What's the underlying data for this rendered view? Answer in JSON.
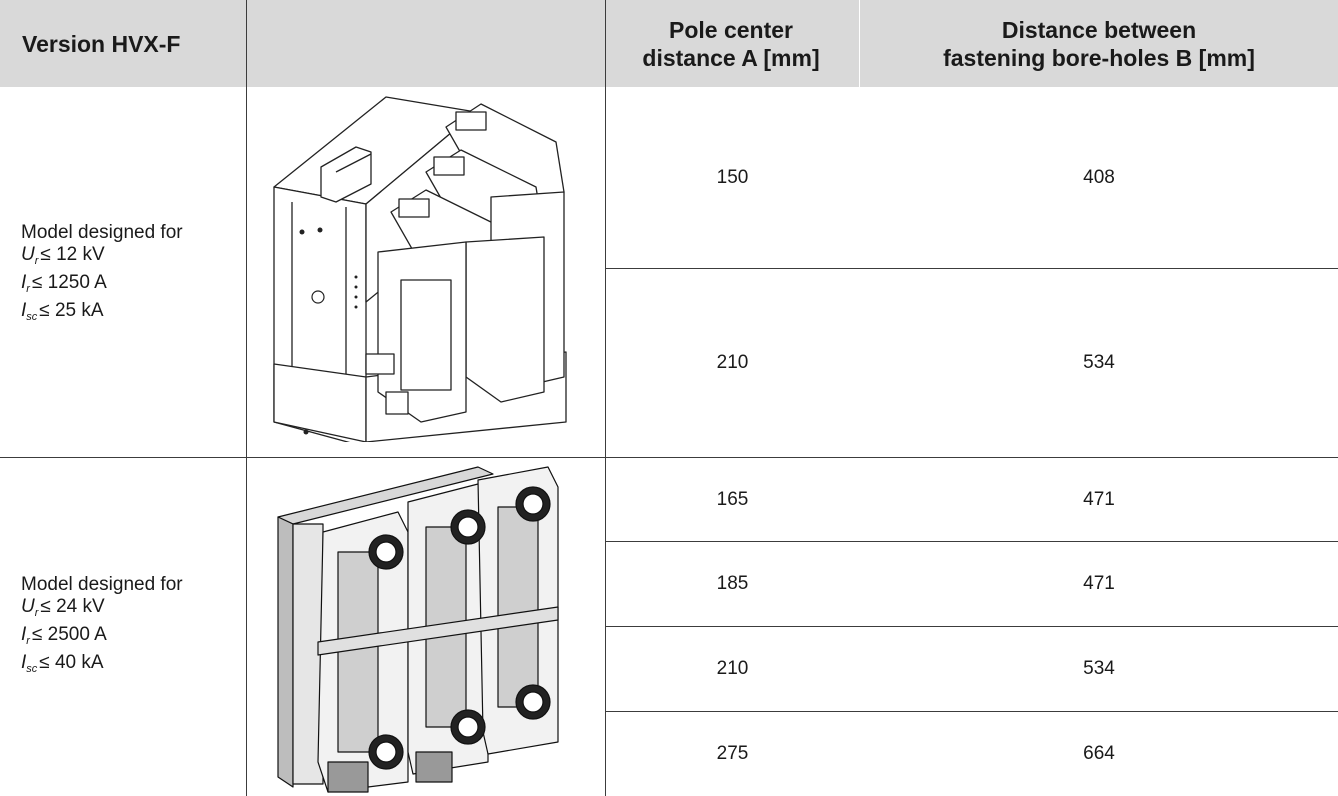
{
  "header": {
    "version": "Version HVX-F",
    "image_col": "",
    "pole_line1": "Pole center",
    "pole_line2": "distance A [mm]",
    "dist_line1": "Distance between",
    "dist_line2": "fastening bore-holes B [mm]"
  },
  "groups": [
    {
      "label": "Model designed for",
      "ur": "≤ 12 kV",
      "ir": "≤ 1250 A",
      "isc": "≤ 25 kA",
      "rows": [
        {
          "a": "150",
          "b": "408"
        },
        {
          "a": "210",
          "b": "534"
        }
      ]
    },
    {
      "label": "Model designed for",
      "ur": "≤ 24 kV",
      "ir": "≤ 2500 A",
      "isc": "≤ 40 kA",
      "rows": [
        {
          "a": "165",
          "b": "471"
        },
        {
          "a": "185",
          "b": "471"
        },
        {
          "a": "210",
          "b": "534"
        },
        {
          "a": "275",
          "b": "664"
        }
      ]
    }
  ],
  "symbols": {
    "u": "U",
    "i": "I",
    "r": "r",
    "sc": "sc"
  }
}
